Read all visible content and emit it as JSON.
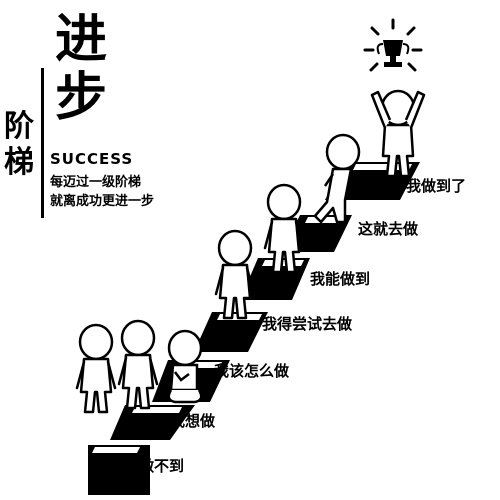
{
  "poster": {
    "title_main": "进步",
    "title_main_line1": "进",
    "title_main_line2": "步",
    "title_side": "阶梯",
    "title_side_line1": "阶",
    "title_side_line2": "梯",
    "success_label": "SUCCESS",
    "slogan_line1": "每迈过一级阶梯",
    "slogan_line2": "就离成功更进一步"
  },
  "steps": [
    {
      "label": "我做不到"
    },
    {
      "label": "我想做"
    },
    {
      "label": "我该怎么做"
    },
    {
      "label": "我得尝试去做"
    },
    {
      "label": "我能做到"
    },
    {
      "label": "这就去做"
    },
    {
      "label": "我做到了"
    }
  ],
  "icons": {
    "trophy": "trophy-icon",
    "figure": "stick-figure"
  },
  "colors": {
    "ink": "#000000",
    "paper": "#ffffff"
  }
}
